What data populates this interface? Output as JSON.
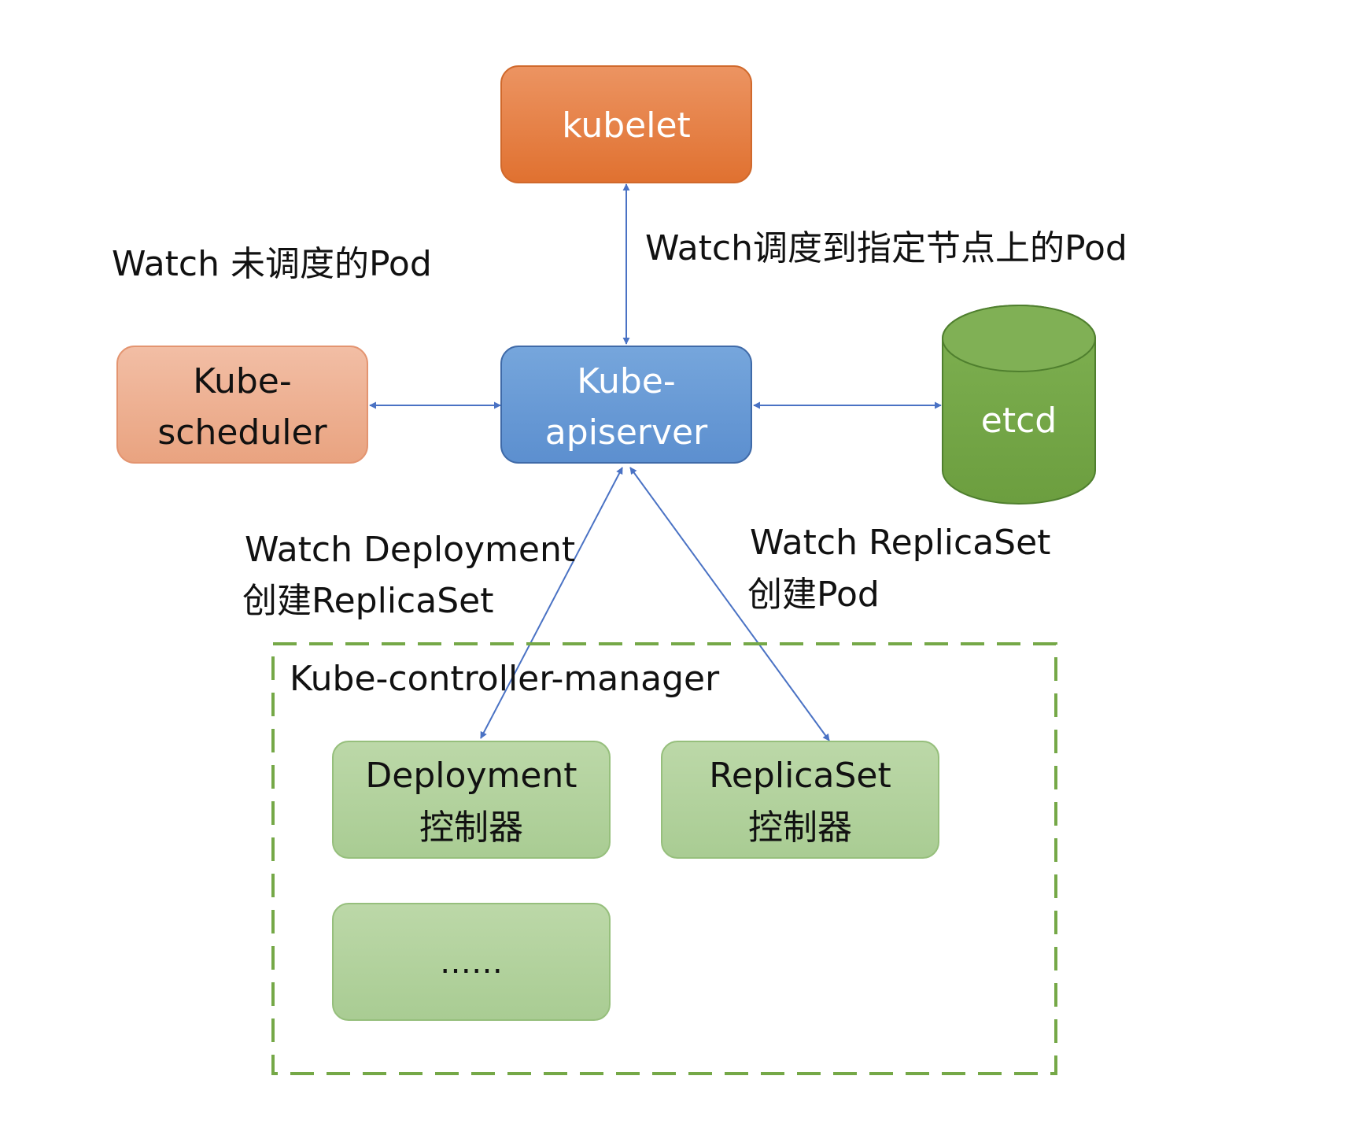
{
  "nodes": {
    "kubelet": {
      "label": "kubelet"
    },
    "scheduler": {
      "line1": "Kube-",
      "line2": "scheduler"
    },
    "apiserver": {
      "line1": "Kube-",
      "line2": "apiserver"
    },
    "etcd": {
      "label": "etcd"
    },
    "controller_manager": {
      "label": "Kube-controller-manager"
    },
    "deployment_controller": {
      "line1": "Deployment",
      "line2": "控制器"
    },
    "replicaset_controller": {
      "line1": "ReplicaSet",
      "line2": "控制器"
    },
    "more_controllers": {
      "label": "……"
    }
  },
  "edge_labels": {
    "scheduler_watch": "Watch 未调度的Pod",
    "kubelet_watch": "Watch调度到指定节点上的Pod",
    "deployment_watch": {
      "line1": "Watch Deployment",
      "line2": "创建ReplicaSet"
    },
    "replicaset_watch": {
      "line1": "Watch ReplicaSet",
      "line2": "创建Pod"
    }
  },
  "colors": {
    "kubelet": "#e8803f",
    "scheduler": "#eeaa88",
    "apiserver": "#6e9fd8",
    "etcd": "#77a94a",
    "controller_box": "#b6d4a0",
    "dashed_border": "#75a847",
    "arrow": "#4a72c4"
  }
}
